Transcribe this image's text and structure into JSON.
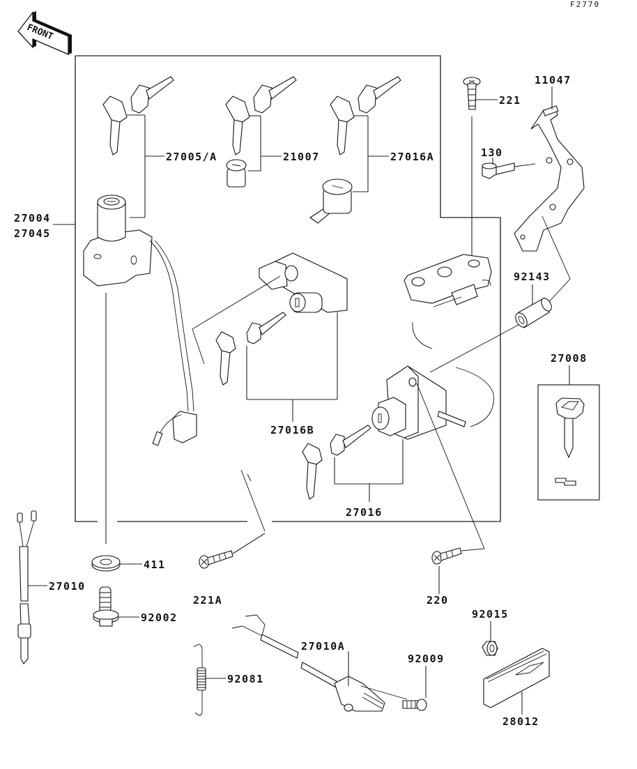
{
  "diagram": {
    "code": "F2770",
    "front_arrow": "FRONT",
    "frame_label_left": [
      "27004",
      "27045"
    ],
    "parts": [
      {
        "id": "27005/A",
        "desc": "key set with ignition switch"
      },
      {
        "id": "21007",
        "desc": "keys with lock cylinder"
      },
      {
        "id": "27016A",
        "desc": "keys with cam lock"
      },
      {
        "id": "27004",
        "desc": "ignition switch assembly"
      },
      {
        "id": "27045",
        "desc": "ignition switch assembly"
      },
      {
        "id": "27016B",
        "desc": "seat lock with keys"
      },
      {
        "id": "27016",
        "desc": "lock assembly with keys"
      },
      {
        "id": "221",
        "desc": "countersunk screw"
      },
      {
        "id": "11047",
        "desc": "bracket"
      },
      {
        "id": "130",
        "desc": "flanged bolt"
      },
      {
        "id": "92143",
        "desc": "collar"
      },
      {
        "id": "27008",
        "desc": "key blank"
      },
      {
        "id": "27010",
        "desc": "switch with leads"
      },
      {
        "id": "411",
        "desc": "washer"
      },
      {
        "id": "92002",
        "desc": "bolt"
      },
      {
        "id": "221A",
        "desc": "screw"
      },
      {
        "id": "220",
        "desc": "screw"
      },
      {
        "id": "92015",
        "desc": "nut"
      },
      {
        "id": "28012",
        "desc": "reflector"
      },
      {
        "id": "27010A",
        "desc": "switch with cable"
      },
      {
        "id": "92009",
        "desc": "screw"
      },
      {
        "id": "92081",
        "desc": "spring"
      }
    ]
  }
}
